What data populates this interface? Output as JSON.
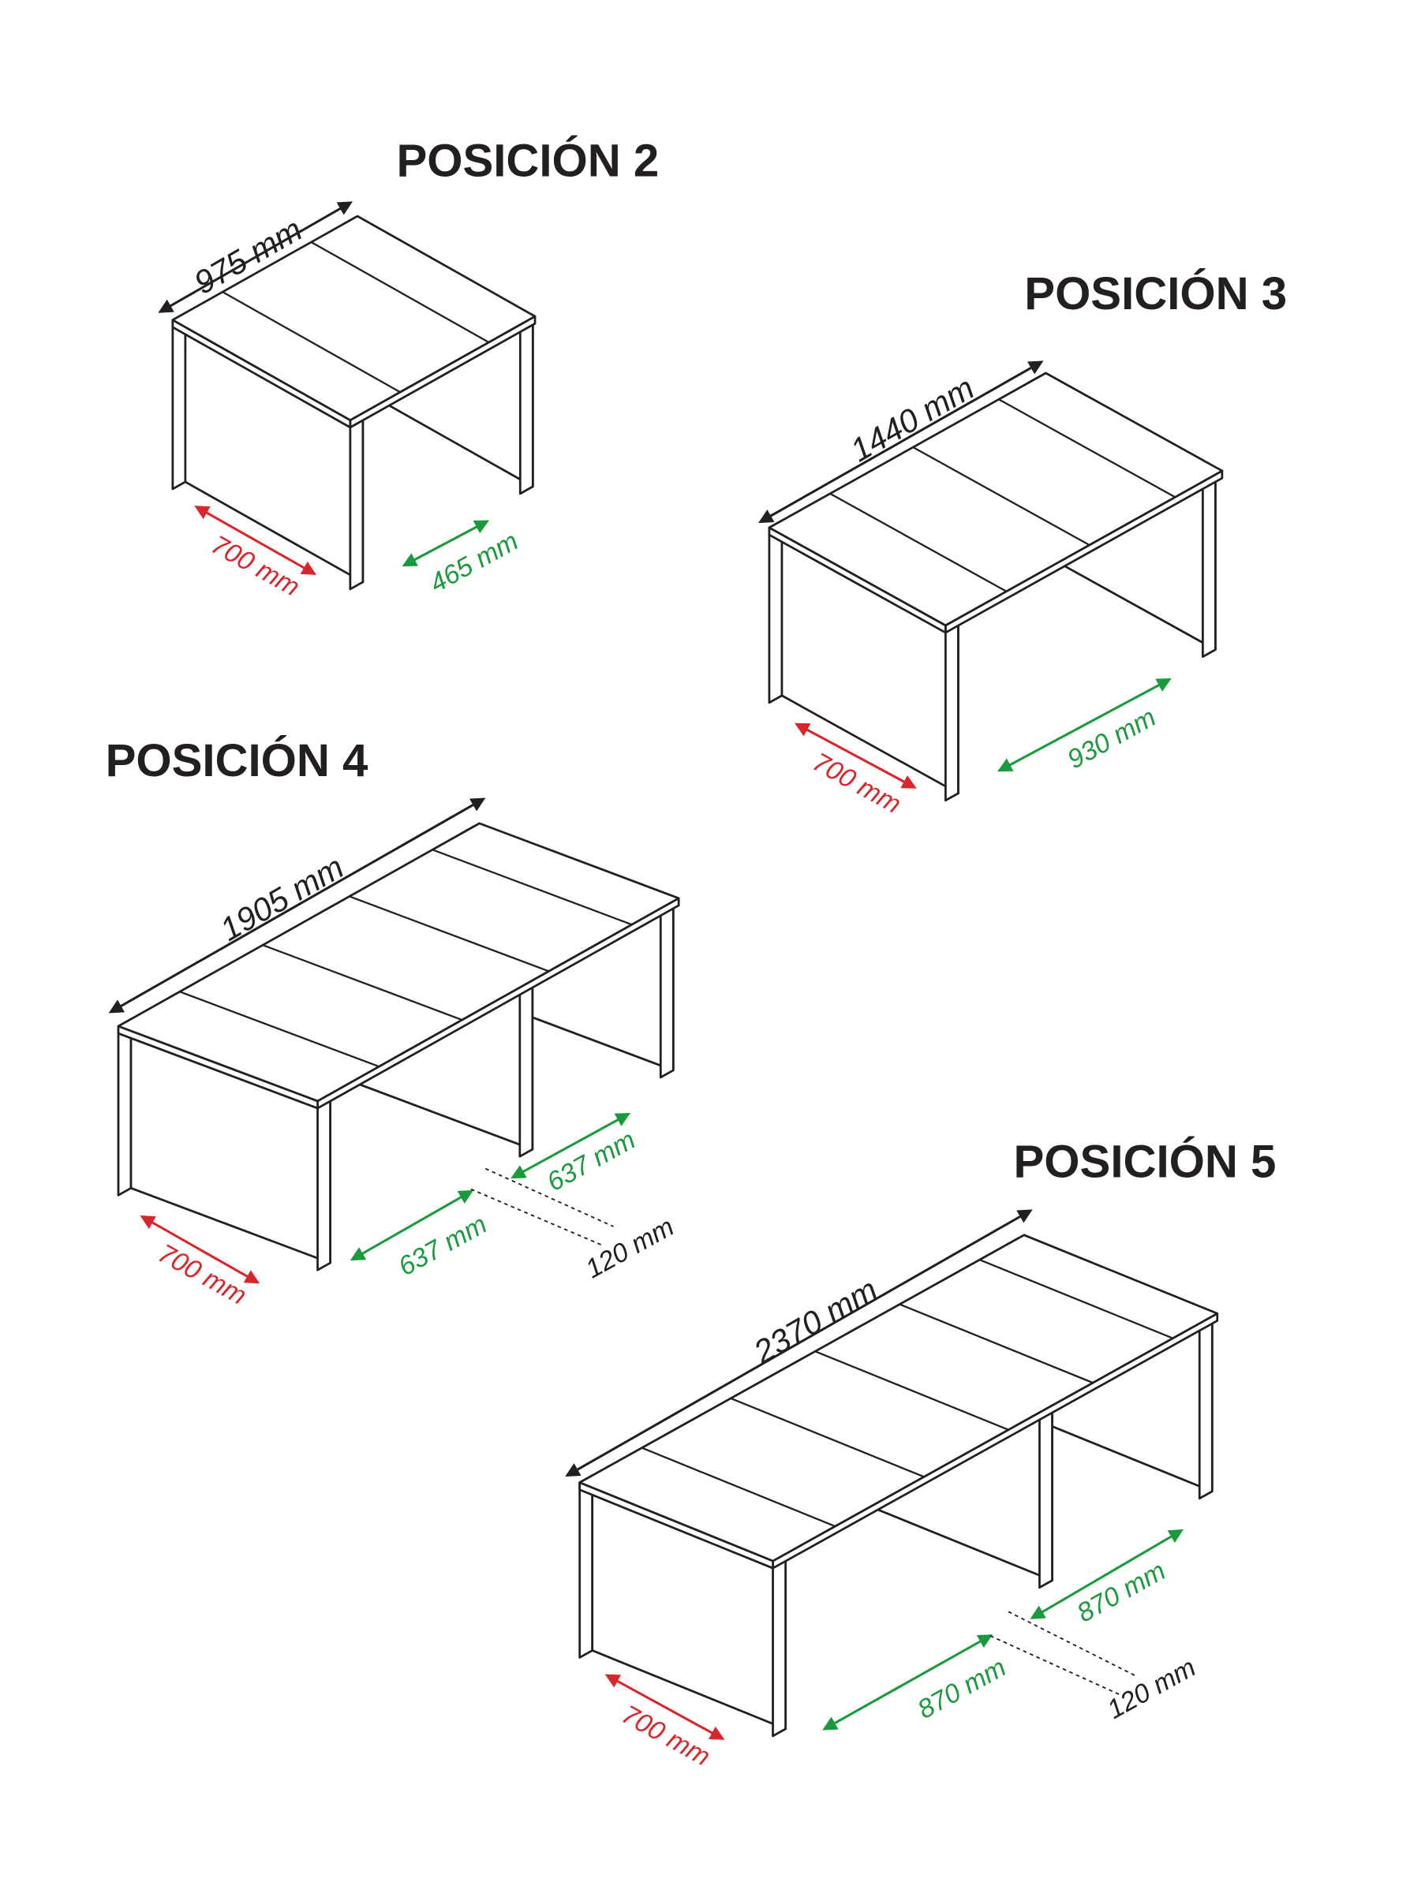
{
  "colors": {
    "line": "#231f20",
    "depth": "#d9262b",
    "extension": "#1a9a3c"
  },
  "positions": [
    {
      "title": "POSICIÓN 2",
      "length": "975 mm",
      "depth": "700 mm",
      "extensions": [
        "465 mm"
      ]
    },
    {
      "title": "POSICIÓN 3",
      "length": "1440 mm",
      "depth": "700 mm",
      "extensions": [
        "930 mm"
      ]
    },
    {
      "title": "POSICIÓN 4",
      "length": "1905 mm",
      "depth": "700 mm",
      "extensions": [
        "637 mm",
        "637 mm"
      ],
      "gap": "120 mm"
    },
    {
      "title": "POSICIÓN 5",
      "length": "2370 mm",
      "depth": "700 mm",
      "extensions": [
        "870 mm",
        "870 mm"
      ],
      "gap": "120 mm"
    }
  ]
}
